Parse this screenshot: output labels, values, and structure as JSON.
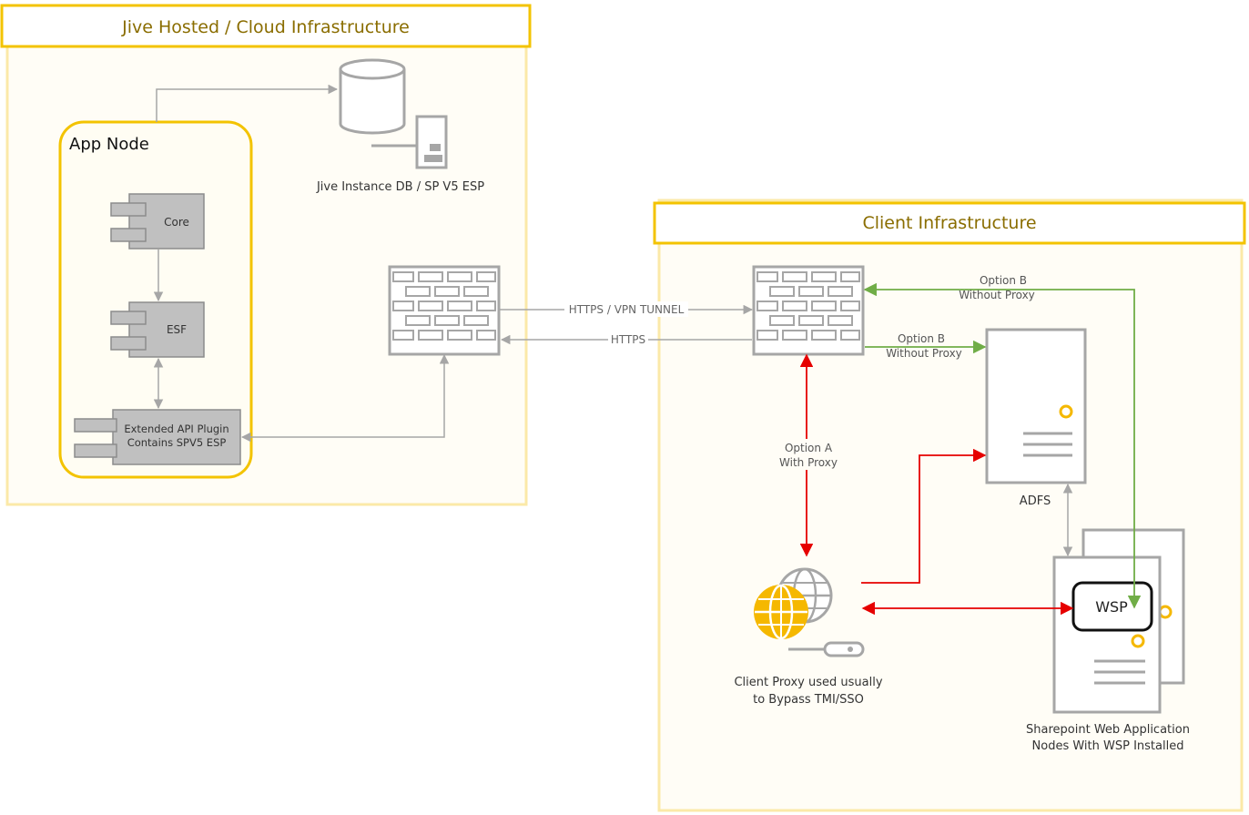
{
  "jive_zone": {
    "title": "Jive Hosted / Cloud Infrastructure"
  },
  "app_node": {
    "title": "App Node",
    "core_label": "Core",
    "esf_label": "ESF",
    "plugin_line1": "Extended API Plugin",
    "plugin_line2": "Contains  SPV5 ESP"
  },
  "jive_db": {
    "label": "Jive Instance DB / SP V5 ESP"
  },
  "client_zone": {
    "title": "Client Infrastructure"
  },
  "links": {
    "tunnel_label": "HTTPS / VPN TUNNEL",
    "https_label": "HTTPS",
    "option_b_top_line1": "Option B",
    "option_b_top_line2": "Without Proxy",
    "option_b_adfs_line1": "Option B",
    "option_b_adfs_line2": "Without Proxy",
    "option_a_line1": "Option A",
    "option_a_line2": "With Proxy"
  },
  "adfs": {
    "label": "ADFS"
  },
  "proxy": {
    "line1": "Client Proxy used usually",
    "line2": "to Bypass TMI/SSO"
  },
  "sharepoint": {
    "wsp_label": "WSP",
    "line1": "Sharepoint Web Application",
    "line2": "Nodes With WSP Installed"
  },
  "colors": {
    "zone_border": "#f3c300",
    "zone_fill": "#fffdf6",
    "gray_line": "#a6a6a6",
    "red_arrow": "#e60000",
    "green_arrow": "#70ad47",
    "globe_yellow": "#f5b800"
  },
  "icons": [
    "database-icon",
    "server-tower-icon",
    "firewall-icon",
    "server-icon",
    "globe-icon",
    "plug-icon",
    "component-icon"
  ]
}
